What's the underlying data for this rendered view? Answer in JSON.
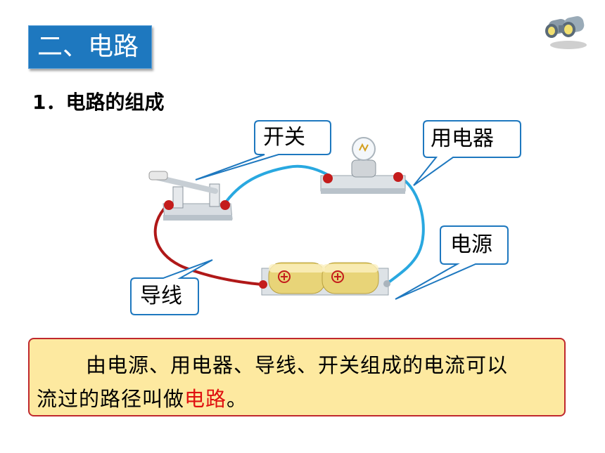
{
  "title": "二、电路",
  "subtitle": "1．电路的组成",
  "callouts": {
    "switch": "开关",
    "appliance": "用电器",
    "power": "电源",
    "wire": "导线"
  },
  "summary": {
    "line1": "由电源、用电器、导线、开关组成的电流可以",
    "line2_pre": "流过的路径叫做",
    "line2_term": "电路",
    "line2_end": "。"
  },
  "colors": {
    "title_bg": "#1e78bf",
    "summary_bg": "#fde9a0",
    "summary_border": "#c0282d",
    "term": "#e01010",
    "wire_blue": "#29a8e0",
    "wire_red": "#b01818",
    "callout_stroke": "#1e78bf"
  },
  "icons": [
    "binoculars-icon",
    "plus-icon"
  ]
}
